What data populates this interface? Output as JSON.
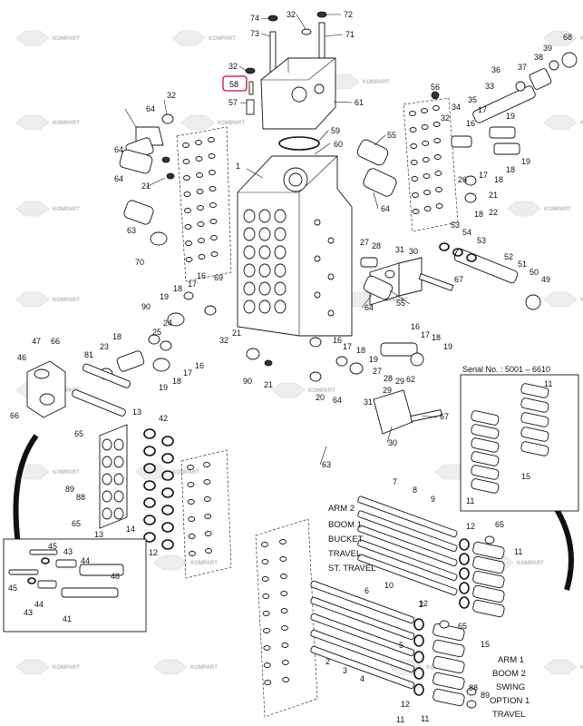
{
  "diagram": {
    "serial_caption": "Serial No. : 5001 – 6610",
    "watermark_text": "KOMPART",
    "highlight_color": "#e0002a",
    "highlighted_callout": "58",
    "function_labels_top": [
      "ARM 2",
      "BOOM 1",
      "BUCKET",
      "TRAVEL",
      "ST. TRAVEL"
    ],
    "function_labels_bottom": [
      "ARM 1",
      "BOOM 2",
      "SWING",
      "OPTION 1",
      "TRAVEL"
    ],
    "callouts": {
      "c74": "74",
      "c32a": "32",
      "c72": "72",
      "c73": "73",
      "c71": "71",
      "c32b": "32",
      "c58": "58",
      "c57": "57",
      "c61": "61",
      "c68": "68",
      "c39": "39",
      "c38": "38",
      "c37": "37",
      "c36": "36",
      "c56": "56",
      "c35": "35",
      "c33": "33",
      "c34": "34",
      "c32c": "32",
      "c16a": "16",
      "c17a": "17",
      "c19a": "19",
      "c19b": "19",
      "c18a": "18",
      "c26": "26",
      "c17b": "17",
      "c18b": "18",
      "c21a": "21",
      "c18c": "18",
      "c22": "22",
      "c32d": "32",
      "c64a": "64",
      "c64b": "64",
      "c21b": "21",
      "c64c": "64",
      "c63a": "63",
      "c70": "70",
      "c59": "59",
      "c60": "60",
      "c1": "1",
      "c55a": "55",
      "c64d": "64",
      "c53a": "53",
      "c54": "54",
      "c53b": "53",
      "c52": "52",
      "c51": "51",
      "c50": "50",
      "c49": "49",
      "c27a": "27",
      "c28a": "28",
      "c31a": "31",
      "c30a": "30",
      "c67a": "67",
      "c69": "69",
      "c16b": "16",
      "c17c": "17",
      "c18d": "18",
      "c19c": "19",
      "c90a": "90",
      "c24": "24",
      "c25": "25",
      "c32e": "32",
      "c21c": "21",
      "c55b": "55",
      "c64e": "64",
      "c16c": "16",
      "c17d": "17",
      "c18e": "18",
      "c19d": "19",
      "c47": "47",
      "c66a": "66",
      "c46": "46",
      "c81": "81",
      "c23": "23",
      "c18f": "18",
      "c17e": "17",
      "c16d": "16",
      "c19e": "19",
      "c18g": "18",
      "c90b": "90",
      "c21d": "21",
      "c16e": "16",
      "c17f": "17",
      "c18h": "18",
      "c19f": "19",
      "c27b": "27",
      "c28b": "28",
      "c29a": "29",
      "c29b": "29",
      "c31b": "31",
      "c62": "62",
      "c66b": "66",
      "c13a": "13",
      "c42": "42",
      "c20": "20",
      "c64f": "64",
      "c63b": "63",
      "c30b": "30",
      "c67b": "67",
      "c65a": "65",
      "c89a": "89",
      "c88a": "88",
      "c65b": "65",
      "c13b": "13",
      "c14": "14",
      "c12a": "12",
      "c45a": "45",
      "c43a": "43",
      "c44a": "44",
      "c48": "48",
      "c45b": "45",
      "c44b": "44",
      "c43b": "43",
      "c41": "41",
      "c7": "7",
      "c8": "8",
      "c9": "9",
      "c10": "10",
      "c6": "6",
      "c2a": "2",
      "c2b": "2",
      "c5": "5",
      "c3": "3",
      "c4": "4",
      "c11a": "11",
      "c12b": "12",
      "c65c": "65",
      "c11b": "11",
      "c12c": "12",
      "c65d": "65",
      "c15a": "15",
      "c88b": "88",
      "c89b": "89",
      "c12d": "12",
      "c11c": "11",
      "c11s1": "11",
      "c15s": "15",
      "c11s2": "11"
    }
  }
}
